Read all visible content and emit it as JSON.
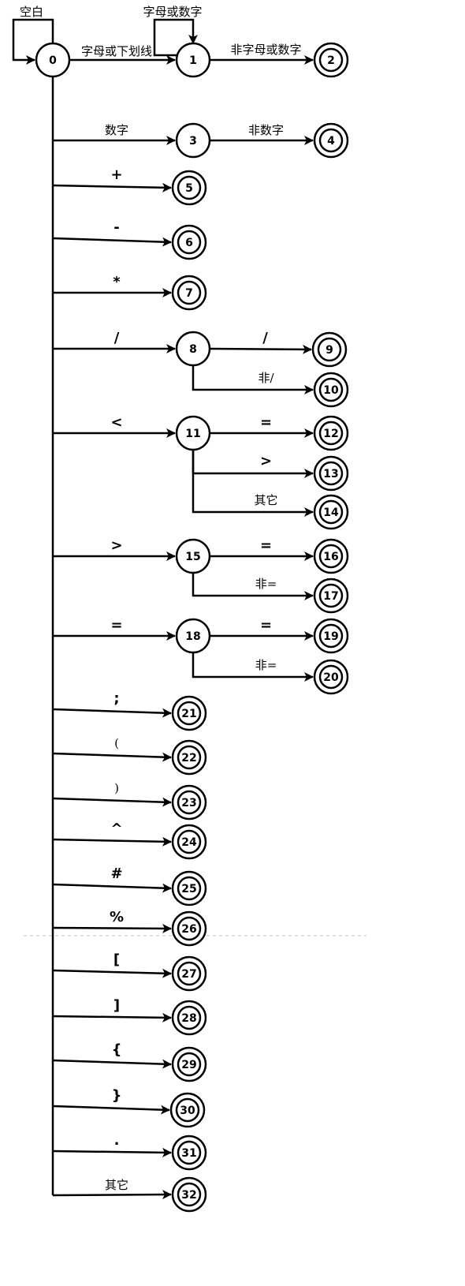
{
  "nodes": [
    {
      "id": "0",
      "label": "0",
      "accept": false
    },
    {
      "id": "1",
      "label": "1",
      "accept": false
    },
    {
      "id": "2",
      "label": "2",
      "accept": true
    },
    {
      "id": "3",
      "label": "3",
      "accept": false
    },
    {
      "id": "4",
      "label": "4",
      "accept": true
    },
    {
      "id": "5",
      "label": "5",
      "accept": true
    },
    {
      "id": "6",
      "label": "6",
      "accept": true
    },
    {
      "id": "7",
      "label": "7",
      "accept": true
    },
    {
      "id": "8",
      "label": "8",
      "accept": false
    },
    {
      "id": "9",
      "label": "9",
      "accept": true
    },
    {
      "id": "10",
      "label": "10",
      "accept": true
    },
    {
      "id": "11",
      "label": "11",
      "accept": false
    },
    {
      "id": "12",
      "label": "12",
      "accept": true
    },
    {
      "id": "13",
      "label": "13",
      "accept": true
    },
    {
      "id": "14",
      "label": "14",
      "accept": true
    },
    {
      "id": "15",
      "label": "15",
      "accept": false
    },
    {
      "id": "16",
      "label": "16",
      "accept": true
    },
    {
      "id": "17",
      "label": "17",
      "accept": true
    },
    {
      "id": "18",
      "label": "18",
      "accept": false
    },
    {
      "id": "19",
      "label": "19",
      "accept": true
    },
    {
      "id": "20",
      "label": "20",
      "accept": true
    },
    {
      "id": "21",
      "label": "21",
      "accept": true
    },
    {
      "id": "22",
      "label": "22",
      "accept": true
    },
    {
      "id": "23",
      "label": "23",
      "accept": true
    },
    {
      "id": "24",
      "label": "24",
      "accept": true
    },
    {
      "id": "25",
      "label": "25",
      "accept": true
    },
    {
      "id": "26",
      "label": "26",
      "accept": true
    },
    {
      "id": "27",
      "label": "27",
      "accept": true
    },
    {
      "id": "28",
      "label": "28",
      "accept": true
    },
    {
      "id": "29",
      "label": "29",
      "accept": true
    },
    {
      "id": "30",
      "label": "30",
      "accept": true
    },
    {
      "id": "31",
      "label": "31",
      "accept": true
    },
    {
      "id": "32",
      "label": "32",
      "accept": true
    }
  ],
  "edges": [
    {
      "from": "0",
      "to": "0",
      "label": "空白"
    },
    {
      "from": "1",
      "to": "1",
      "label": "字母或数字"
    },
    {
      "from": "0",
      "to": "1",
      "label": "字母或下划线"
    },
    {
      "from": "1",
      "to": "2",
      "label": "非字母或数字"
    },
    {
      "from": "0",
      "to": "3",
      "label": "数字"
    },
    {
      "from": "3",
      "to": "4",
      "label": "非数字"
    },
    {
      "from": "0",
      "to": "5",
      "label": "+"
    },
    {
      "from": "0",
      "to": "6",
      "label": "-"
    },
    {
      "from": "0",
      "to": "7",
      "label": "*"
    },
    {
      "from": "0",
      "to": "8",
      "label": "/"
    },
    {
      "from": "8",
      "to": "9",
      "label": "/"
    },
    {
      "from": "8",
      "to": "10",
      "label": "非/"
    },
    {
      "from": "0",
      "to": "11",
      "label": "<"
    },
    {
      "from": "11",
      "to": "12",
      "label": "="
    },
    {
      "from": "11",
      "to": "13",
      "label": ">"
    },
    {
      "from": "11",
      "to": "14",
      "label": "其它"
    },
    {
      "from": "0",
      "to": "15",
      "label": ">"
    },
    {
      "from": "15",
      "to": "16",
      "label": "="
    },
    {
      "from": "15",
      "to": "17",
      "label": "非="
    },
    {
      "from": "0",
      "to": "18",
      "label": "="
    },
    {
      "from": "18",
      "to": "19",
      "label": "="
    },
    {
      "from": "18",
      "to": "20",
      "label": "非="
    },
    {
      "from": "0",
      "to": "21",
      "label": ";"
    },
    {
      "from": "0",
      "to": "22",
      "label": "("
    },
    {
      "from": "0",
      "to": "23",
      "label": ")"
    },
    {
      "from": "0",
      "to": "24",
      "label": "^"
    },
    {
      "from": "0",
      "to": "25",
      "label": "#"
    },
    {
      "from": "0",
      "to": "26",
      "label": "%"
    },
    {
      "from": "0",
      "to": "27",
      "label": "["
    },
    {
      "from": "0",
      "to": "28",
      "label": "]"
    },
    {
      "from": "0",
      "to": "29",
      "label": "{"
    },
    {
      "from": "0",
      "to": "30",
      "label": "}"
    },
    {
      "from": "0",
      "to": "31",
      "label": "."
    },
    {
      "from": "0",
      "to": "32",
      "label": "其它"
    }
  ]
}
